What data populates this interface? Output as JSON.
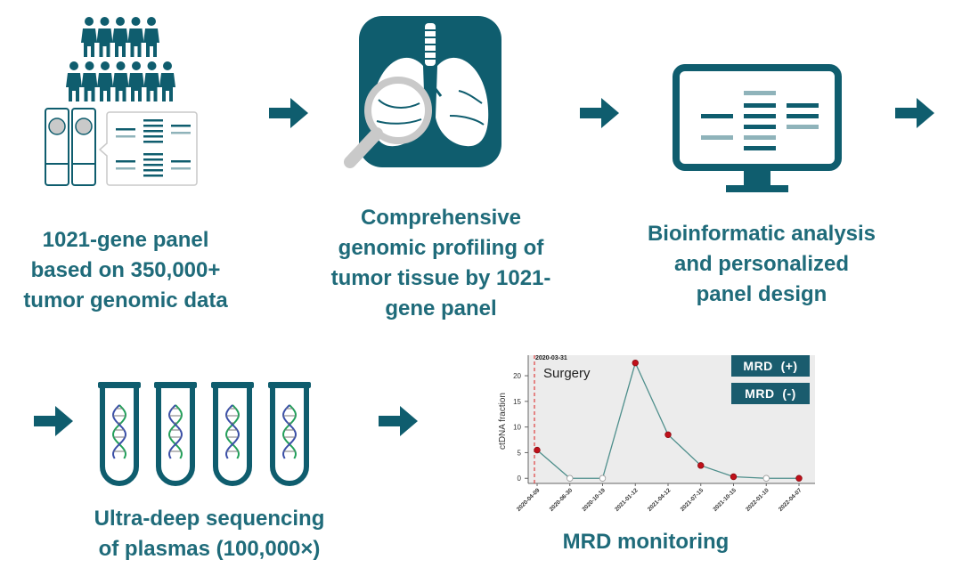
{
  "steps": {
    "step1": {
      "label_lines": [
        "1021-gene panel",
        "based on 350,000+",
        "tumor genomic data"
      ]
    },
    "step2": {
      "label_lines": [
        "Comprehensive",
        "genomic profiling  of",
        "tumor tissue by 1021-",
        "gene panel"
      ]
    },
    "step3": {
      "label_lines": [
        "Bioinformatic analysis",
        "and personalized",
        "panel design"
      ]
    },
    "step4": {
      "label_lines": [
        "Ultra-deep sequencing",
        "of plasmas (100,000×)"
      ]
    },
    "step5": {
      "label": "MRD monitoring"
    }
  },
  "colors": {
    "teal": "#0f5d6e",
    "text": "#1f6b7a",
    "light": "#8fb3ba",
    "gray": "#c9c9c9",
    "red": "#c0101a"
  },
  "chart_data": {
    "type": "line",
    "x": [
      "2020-04-09",
      "2020-06-30",
      "2020-10-19",
      "2021-01-12",
      "2021-04-12",
      "2021-07-15",
      "2021-10-15",
      "2022-01-10",
      "2022-04-07"
    ],
    "values": [
      5.5,
      0,
      0,
      22.5,
      8.5,
      2.5,
      0.3,
      0,
      0
    ],
    "status": [
      "MRD (+)",
      "MRD (-)",
      "MRD (-)",
      "MRD (+)",
      "MRD (+)",
      "MRD (+)",
      "MRD (+)",
      "MRD (-)",
      "MRD (+)"
    ],
    "ylabel": "ctDNA fraction",
    "yticks": [
      0,
      5,
      10,
      15,
      20
    ],
    "ylim": [
      -1,
      24
    ],
    "annotation": {
      "date": "2020-03-31",
      "label": "Surgery"
    },
    "legend": {
      "pos": "MRD  (+)",
      "neg": "MRD  (-)"
    },
    "grid": false
  }
}
